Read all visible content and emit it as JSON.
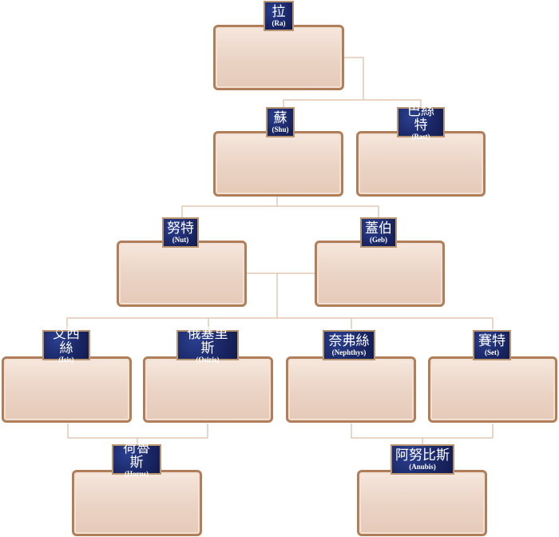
{
  "nodes": {
    "ra": {
      "zh": "拉",
      "en": "(Ra)"
    },
    "shu": {
      "zh": "蘇",
      "en": "(Shu)"
    },
    "bast": {
      "zh": "巴絲特",
      "en": "(Bast)"
    },
    "nut": {
      "zh": "努特",
      "en": "(Nut)"
    },
    "geb": {
      "zh": "蓋伯",
      "en": "(Geb)"
    },
    "isis": {
      "zh": "艾西絲",
      "en": "(Isis)"
    },
    "osiris": {
      "zh": "俄塞里斯",
      "en": "(Osiris)"
    },
    "nephthys": {
      "zh": "奈弗絲",
      "en": "(Nephthys)"
    },
    "set": {
      "zh": "賽特",
      "en": "(Set)"
    },
    "horus": {
      "zh": "荷魯斯",
      "en": "(Horus)"
    },
    "anubis": {
      "zh": "阿努比斯",
      "en": "(Anubis)"
    }
  },
  "colors": {
    "line": "#e2c9b4",
    "box_border": "#b07f5a",
    "plate_bg": "#1a2766"
  }
}
